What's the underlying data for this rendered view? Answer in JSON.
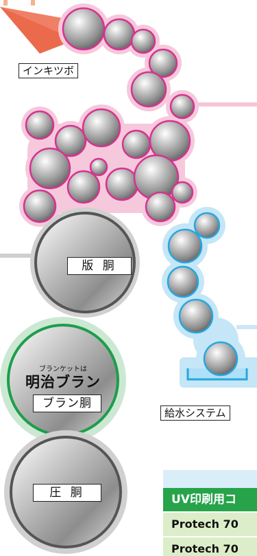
{
  "labels": {
    "ink_fountain": "インキツボ",
    "plate_cylinder": "版 胴",
    "blanket_note": "ブランケットは",
    "blanket_brand": "明治ブラン",
    "blanket_cylinder": "ブラン胴",
    "dampening_system": "給水システム",
    "impression_cylinder": "圧 胴"
  },
  "table": {
    "header": "UV印刷用コ",
    "rows": [
      "Protech 70",
      "Protech 70"
    ]
  },
  "colors": {
    "ink_glow": "#f6c8dc",
    "ink_ring": "#d6338f",
    "water_glow": "#c5e6f6",
    "water_ring": "#26a7e0",
    "blanket_glow": "#cce8d2",
    "blanket_ring": "#1e9d4b",
    "fountain": "#ec6a4c",
    "header_green": "#27a34a",
    "row_green": "#dbeec9",
    "table_bg": "#d9eef9"
  }
}
